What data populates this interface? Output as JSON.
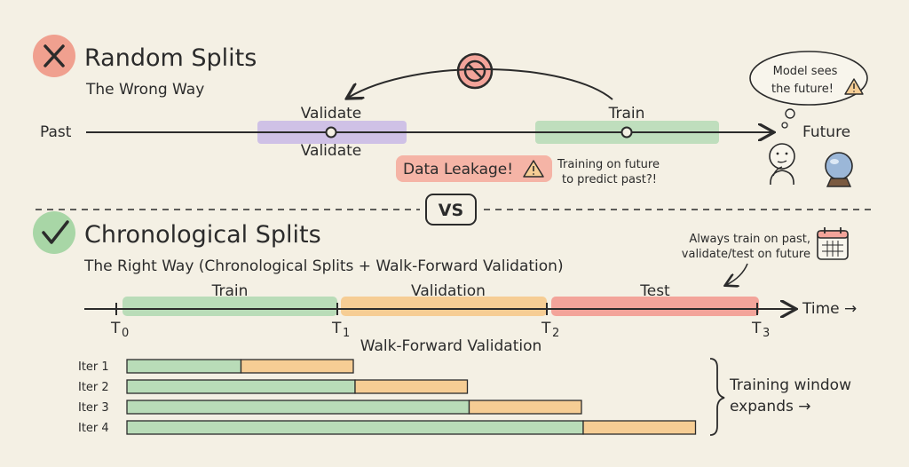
{
  "random": {
    "title": "Random Splits",
    "subtitle": "The Wrong Way",
    "past": "Past",
    "future": "Future",
    "validate_top": "Validate",
    "validate_bottom": "Validate",
    "train": "Train",
    "leak_label": "Data Leakage!",
    "leak_note_1": "Training on future",
    "leak_note_2": "to predict past?!",
    "thought_1": "Model sees",
    "thought_2": "the future!"
  },
  "vs": "VS",
  "chrono": {
    "title": "Chronological Splits",
    "subtitle": "The Right Way (Chronological Splits + Walk-Forward Validation)",
    "note_1": "Always train on past,",
    "note_2": "validate/test on future",
    "segments": [
      "Train",
      "Validation",
      "Test"
    ],
    "ticks": [
      "T",
      "T",
      "T",
      "T"
    ],
    "tick_subs": [
      "0",
      "1",
      "2",
      "3"
    ],
    "time_label": "Time →"
  },
  "walk_forward": {
    "title": "Walk-Forward Validation",
    "iterations": [
      {
        "label": "Iter 1",
        "train_units": 1,
        "val_units": 1
      },
      {
        "label": "Iter 2",
        "train_units": 2,
        "val_units": 1
      },
      {
        "label": "Iter 3",
        "train_units": 3,
        "val_units": 1
      },
      {
        "label": "Iter 4",
        "train_units": 4,
        "val_units": 1
      }
    ],
    "brace_1": "Training window",
    "brace_2": "expands →"
  },
  "colors": {
    "train": "#b9dcb8",
    "validation": "#f6cd94",
    "test": "#f3a49a",
    "validate_band": "#c8b8e6",
    "leak_bg": "#f5b4a6",
    "x_badge": "#f0a08f",
    "check_badge": "#a8d6a6"
  },
  "icons": [
    "x-icon",
    "no-entry-icon",
    "warning-icon",
    "thinking-face-icon",
    "crystal-ball-icon",
    "check-icon",
    "calendar-icon"
  ]
}
